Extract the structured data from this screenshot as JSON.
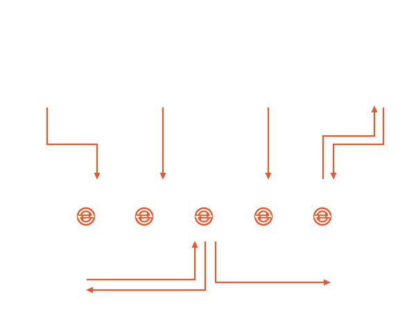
{
  "diagram": {
    "accent_color": "#E8572A",
    "nodes": [
      {
        "id": "node-1",
        "icon": "sync-circle-icon"
      },
      {
        "id": "node-2",
        "icon": "sync-circle-icon"
      },
      {
        "id": "node-3",
        "icon": "sync-circle-icon"
      },
      {
        "id": "node-4",
        "icon": "sync-circle-icon"
      },
      {
        "id": "node-5",
        "icon": "sync-circle-icon"
      }
    ],
    "connectors": [
      {
        "id": "flow-into-node-1",
        "target": "node-1",
        "direction": "in"
      },
      {
        "id": "flow-into-node-2",
        "target": "node-2",
        "direction": "in"
      },
      {
        "id": "flow-into-node-4",
        "target": "node-4",
        "direction": "in"
      },
      {
        "id": "flow-into-node-5",
        "target": "node-5",
        "direction": "in"
      },
      {
        "id": "flow-out-of-node-5",
        "source": "node-5",
        "direction": "out"
      },
      {
        "id": "flow-into-node-3",
        "target": "node-3",
        "direction": "in"
      },
      {
        "id": "flow-out-of-node-3-left",
        "source": "node-3",
        "direction": "out"
      },
      {
        "id": "flow-out-of-node-3-right",
        "source": "node-3",
        "direction": "out"
      }
    ]
  }
}
